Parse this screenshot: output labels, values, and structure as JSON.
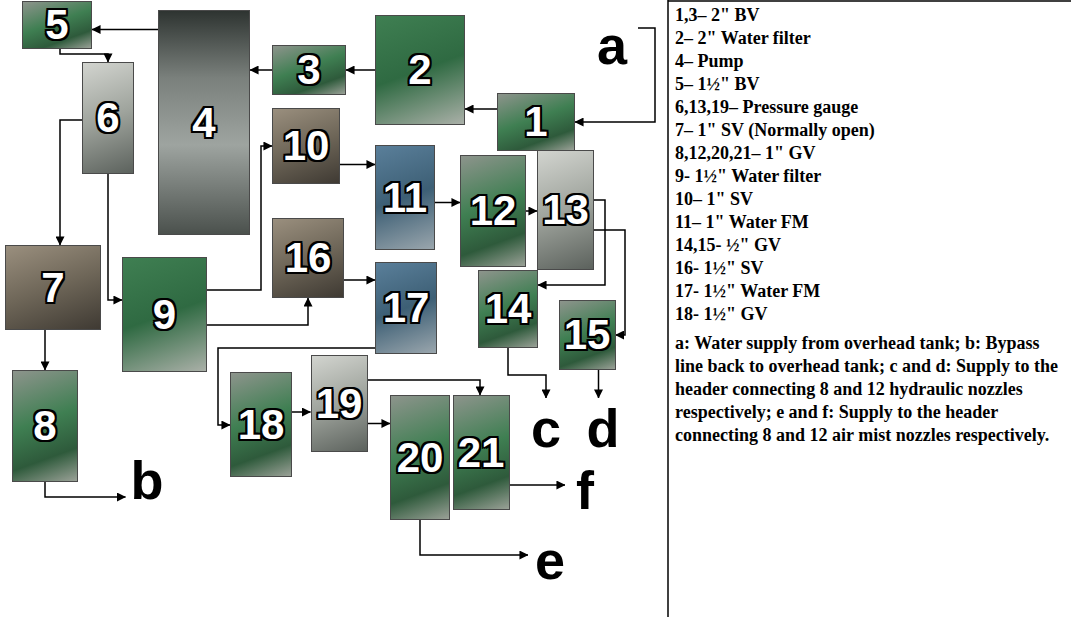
{
  "diagram": {
    "nodes": [
      {
        "text": [
          "1"
        ]
      },
      {
        "text": [
          "2"
        ]
      },
      {
        "text": [
          "3"
        ]
      },
      {
        "text": [
          "4"
        ]
      },
      {
        "text": [
          "5"
        ]
      },
      {
        "text": [
          "6"
        ]
      },
      {
        "text": [
          "7"
        ]
      },
      {
        "text": [
          "8"
        ]
      },
      {
        "text": [
          "9"
        ]
      },
      {
        "text": [
          "10"
        ]
      },
      {
        "text": [
          "11"
        ]
      },
      {
        "text": [
          "12"
        ]
      },
      {
        "text": [
          "13"
        ]
      },
      {
        "text": [
          "14"
        ]
      },
      {
        "text": [
          "15"
        ]
      },
      {
        "text": [
          "16"
        ]
      },
      {
        "text": [
          "17"
        ]
      },
      {
        "text": [
          "18"
        ]
      },
      {
        "text": [
          "19"
        ]
      },
      {
        "text": [
          "20"
        ]
      },
      {
        "text": [
          "21"
        ]
      },
      {
        "text": [
          "a"
        ]
      },
      {
        "text": [
          "b"
        ]
      },
      {
        "text": [
          "c"
        ]
      },
      {
        "text": [
          "d"
        ]
      },
      {
        "text": [
          "e"
        ]
      },
      {
        "text": [
          "f"
        ]
      }
    ],
    "edges": [
      {
        "from": 21,
        "to": 0,
        "arrow": "to"
      },
      {
        "from": 0,
        "to": 1,
        "arrow": "to"
      },
      {
        "from": 1,
        "to": 2,
        "arrow": "to"
      },
      {
        "from": 2,
        "to": 3,
        "arrow": "to"
      },
      {
        "from": 3,
        "to": 4,
        "arrow": "to"
      },
      {
        "from": 4,
        "to": 5,
        "arrow": "to"
      },
      {
        "from": 5,
        "to": 6,
        "arrow": "to"
      },
      {
        "from": 5,
        "to": 8,
        "arrow": "to"
      },
      {
        "from": 6,
        "to": 7,
        "arrow": "to"
      },
      {
        "from": 7,
        "to": 22,
        "arrow": "to"
      },
      {
        "from": 8,
        "to": 9,
        "arrow": "to"
      },
      {
        "from": 8,
        "to": 15,
        "arrow": "to"
      },
      {
        "from": 9,
        "to": 10,
        "arrow": "to"
      },
      {
        "from": 10,
        "to": 11,
        "arrow": "to"
      },
      {
        "from": 11,
        "to": 12,
        "arrow": "to"
      },
      {
        "from": 12,
        "to": 13,
        "arrow": "to"
      },
      {
        "from": 12,
        "to": 14,
        "arrow": "to"
      },
      {
        "from": 13,
        "to": 23,
        "arrow": "to"
      },
      {
        "from": 14,
        "to": 24,
        "arrow": "to"
      },
      {
        "from": 15,
        "to": 16,
        "arrow": "to"
      },
      {
        "from": 16,
        "to": 17,
        "arrow": "to"
      },
      {
        "from": 17,
        "to": 18,
        "arrow": "to"
      },
      {
        "from": 18,
        "to": 19,
        "arrow": "to"
      },
      {
        "from": 18,
        "to": 20,
        "arrow": "to"
      },
      {
        "from": 19,
        "to": 25,
        "arrow": "to"
      },
      {
        "from": 20,
        "to": 26,
        "arrow": "to"
      }
    ],
    "labels": [
      "1,3– 2\" BV",
      "2– 2\" Water filter",
      "4– Pump",
      "5– 1½\" BV",
      "6,13,19– Pressure gauge",
      "7– 1\" SV (Normally open)",
      "8,12,20,21– 1\" GV",
      "9- 1½\" Water filter",
      "10– 1\" SV",
      "11– 1\" Water FM",
      "14,15- ½\" GV",
      "16- 1½\" SV",
      "17- 1½\" Water FM",
      "18- 1½\" GV",
      "a: Water supply from overhead tank; b: Bypass line back to overhead tank; c and d: Supply to the header connecting 8 and 12 hydraulic nozzles respectively; e and f: Supply to the header connecting 8 and 12 air mist nozzles respectively."
    ]
  }
}
